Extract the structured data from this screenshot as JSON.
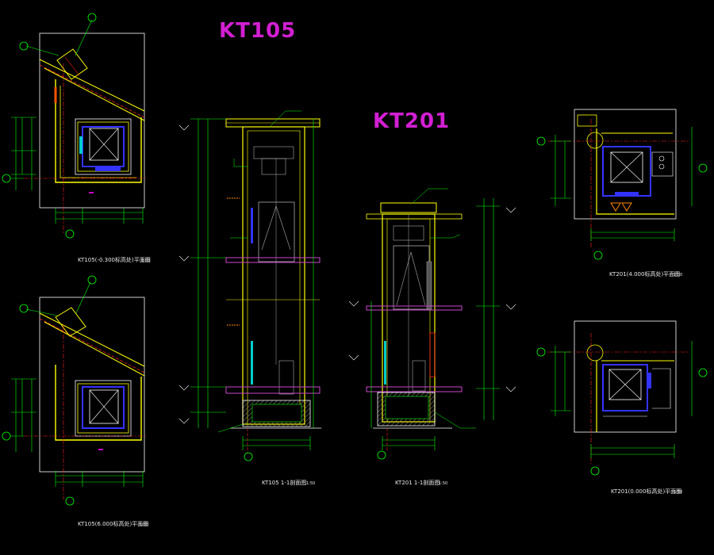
{
  "titles": {
    "kt105": "KT105",
    "kt201": "KT201"
  },
  "captions": {
    "plan_kt105_upper": "KT105(-0.300标高处)平面图",
    "plan_kt105_lower": "KT105(6.000标高处)平面图",
    "section_kt105": "KT105 1-1剖面图",
    "section_kt201": "KT201 1-1剖面图",
    "plan_kt201_upper": "KT201(4.000标高处)平面图",
    "plan_kt201_lower": "KT201(0.000标高处)平面图"
  },
  "scales": {
    "plan": "1:50",
    "section": "1:50"
  },
  "colors": {
    "background": "#000000",
    "outline": "#ffffff",
    "wall": "#ffff00",
    "dimension": "#00ff00",
    "car": "#3333ff",
    "axis": "#ff2020",
    "door_fill": "#cc00cc",
    "hatch": "#ff8800",
    "floor": "#cc44cc",
    "title": "#d21fd2",
    "gray": "#aaaaaa",
    "cyan": "#00cccc"
  }
}
